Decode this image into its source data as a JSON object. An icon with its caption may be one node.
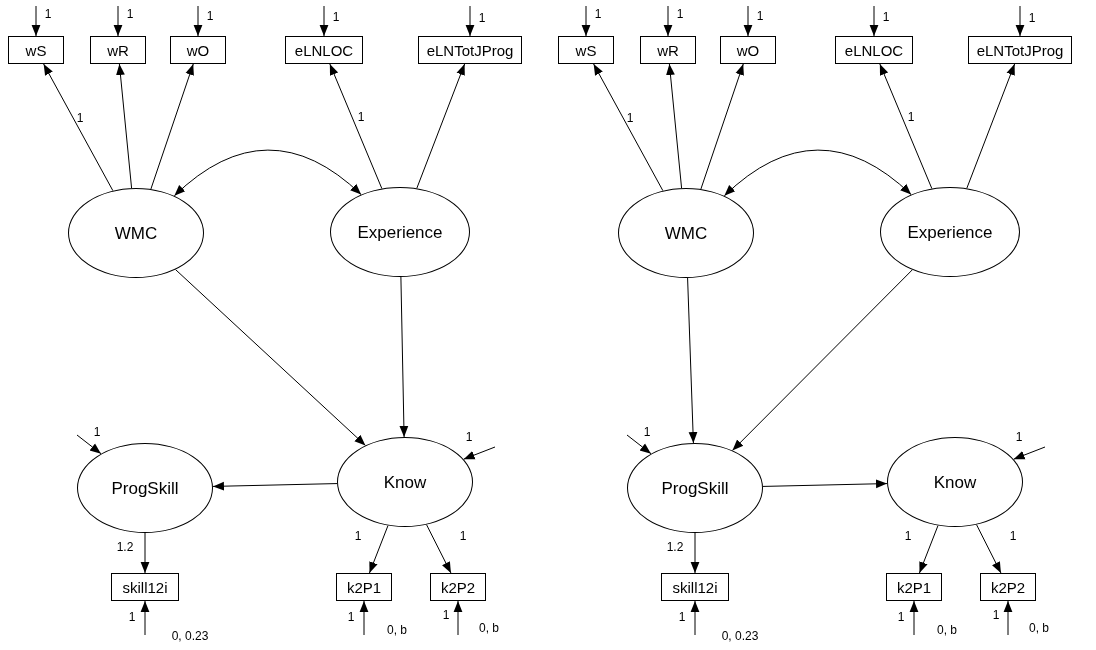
{
  "diagram": {
    "nodes": [
      {
        "text": [
          "wS"
        ]
      },
      {
        "text": [
          "wR"
        ]
      },
      {
        "text": [
          "wO"
        ]
      },
      {
        "text": [
          "eLNLOC"
        ]
      },
      {
        "text": [
          "eLNTotJProg"
        ]
      },
      {
        "text": [
          "WMC"
        ]
      },
      {
        "text": [
          "Experience"
        ]
      },
      {
        "text": [
          "ProgSkill"
        ]
      },
      {
        "text": [
          "Know"
        ]
      },
      {
        "text": [
          "skill12i"
        ]
      },
      {
        "text": [
          "k2P1"
        ]
      },
      {
        "text": [
          "k2P2"
        ]
      },
      {
        "text": [
          "wS"
        ]
      },
      {
        "text": [
          "wR"
        ]
      },
      {
        "text": [
          "wO"
        ]
      },
      {
        "text": [
          "eLNLOC"
        ]
      },
      {
        "text": [
          "eLNTotJProg"
        ]
      },
      {
        "text": [
          "WMC"
        ]
      },
      {
        "text": [
          "Experience"
        ]
      },
      {
        "text": [
          "ProgSkill"
        ]
      },
      {
        "text": [
          "Know"
        ]
      },
      {
        "text": [
          "skill12i"
        ]
      },
      {
        "text": [
          "k2P1"
        ]
      },
      {
        "text": [
          "k2P2"
        ]
      }
    ],
    "edges": [
      {
        "from": null,
        "to": 0,
        "arrow": "to",
        "label": "1"
      },
      {
        "from": null,
        "to": 1,
        "arrow": "to",
        "label": "1"
      },
      {
        "from": null,
        "to": 2,
        "arrow": "to",
        "label": "1"
      },
      {
        "from": null,
        "to": 3,
        "arrow": "to",
        "label": "1"
      },
      {
        "from": null,
        "to": 4,
        "arrow": "to",
        "label": "1"
      },
      {
        "from": 5,
        "to": 0,
        "arrow": "to",
        "label": "1"
      },
      {
        "from": 5,
        "to": 1,
        "arrow": "to"
      },
      {
        "from": 5,
        "to": 2,
        "arrow": "to"
      },
      {
        "from": 6,
        "to": 3,
        "arrow": "to",
        "label": "1"
      },
      {
        "from": 6,
        "to": 4,
        "arrow": "to"
      },
      {
        "from": 5,
        "to": 6,
        "arrow": "both"
      },
      {
        "from": 5,
        "to": 8,
        "arrow": "to"
      },
      {
        "from": 6,
        "to": 8,
        "arrow": "to"
      },
      {
        "from": 8,
        "to": 7,
        "arrow": "to"
      },
      {
        "from": null,
        "to": 7,
        "arrow": "to",
        "label": "1"
      },
      {
        "from": null,
        "to": 8,
        "arrow": "to",
        "label": "1"
      },
      {
        "from": 7,
        "to": 9,
        "arrow": "to",
        "label": "1.2"
      },
      {
        "from": 8,
        "to": 10,
        "arrow": "to",
        "label": "1"
      },
      {
        "from": 8,
        "to": 11,
        "arrow": "to",
        "label": "1"
      },
      {
        "from": null,
        "to": 9,
        "arrow": "to",
        "label": "1"
      },
      {
        "from": null,
        "to": 10,
        "arrow": "to",
        "label": "1"
      },
      {
        "from": null,
        "to": 11,
        "arrow": "to",
        "label": "1"
      },
      {
        "from": null,
        "to": 12,
        "arrow": "to",
        "label": "1"
      },
      {
        "from": null,
        "to": 13,
        "arrow": "to",
        "label": "1"
      },
      {
        "from": null,
        "to": 14,
        "arrow": "to",
        "label": "1"
      },
      {
        "from": null,
        "to": 15,
        "arrow": "to",
        "label": "1"
      },
      {
        "from": null,
        "to": 16,
        "arrow": "to",
        "label": "1"
      },
      {
        "from": 17,
        "to": 12,
        "arrow": "to",
        "label": "1"
      },
      {
        "from": 17,
        "to": 13,
        "arrow": "to"
      },
      {
        "from": 17,
        "to": 14,
        "arrow": "to"
      },
      {
        "from": 18,
        "to": 15,
        "arrow": "to",
        "label": "1"
      },
      {
        "from": 18,
        "to": 16,
        "arrow": "to"
      },
      {
        "from": 17,
        "to": 18,
        "arrow": "both"
      },
      {
        "from": 17,
        "to": 19,
        "arrow": "to"
      },
      {
        "from": 18,
        "to": 19,
        "arrow": "to"
      },
      {
        "from": 19,
        "to": 20,
        "arrow": "to"
      },
      {
        "from": null,
        "to": 19,
        "arrow": "to",
        "label": "1"
      },
      {
        "from": null,
        "to": 20,
        "arrow": "to",
        "label": "1"
      },
      {
        "from": 19,
        "to": 21,
        "arrow": "to",
        "label": "1.2"
      },
      {
        "from": 20,
        "to": 22,
        "arrow": "to",
        "label": "1"
      },
      {
        "from": 20,
        "to": 23,
        "arrow": "to",
        "label": "1"
      },
      {
        "from": null,
        "to": 21,
        "arrow": "to",
        "label": "1"
      },
      {
        "from": null,
        "to": 22,
        "arrow": "to",
        "label": "1"
      },
      {
        "from": null,
        "to": 23,
        "arrow": "to",
        "label": "1"
      }
    ],
    "labels": [
      "0, 0.23",
      "0, b",
      "0, b",
      "0, 0.23",
      "0, b",
      "0, b"
    ]
  }
}
